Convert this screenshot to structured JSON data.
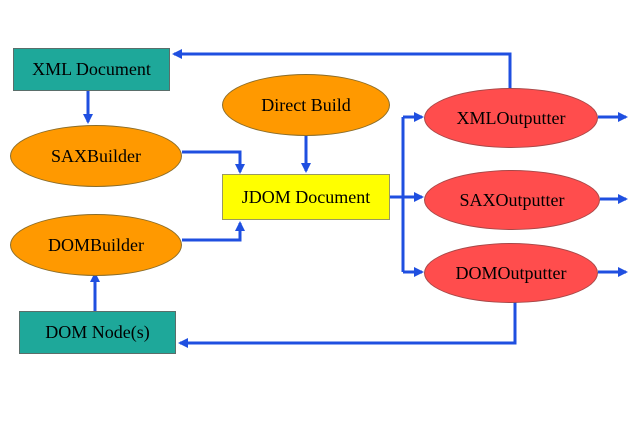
{
  "colors": {
    "arrow": "#1f4fe0",
    "teal": "#1ea89a",
    "orange": "#ff9900",
    "yellow": "#ffff00",
    "red": "#ff4d4d"
  },
  "nodes": {
    "xml_document": "XML Document",
    "sax_builder": "SAXBuilder",
    "dom_builder": "DOMBuilder",
    "dom_nodes": "DOM Node(s)",
    "direct_build": "Direct Build",
    "jdom_document": "JDOM Document",
    "xml_outputter": "XMLOutputter",
    "sax_outputter": "SAXOutputter",
    "dom_outputter": "DOMOutputter"
  }
}
